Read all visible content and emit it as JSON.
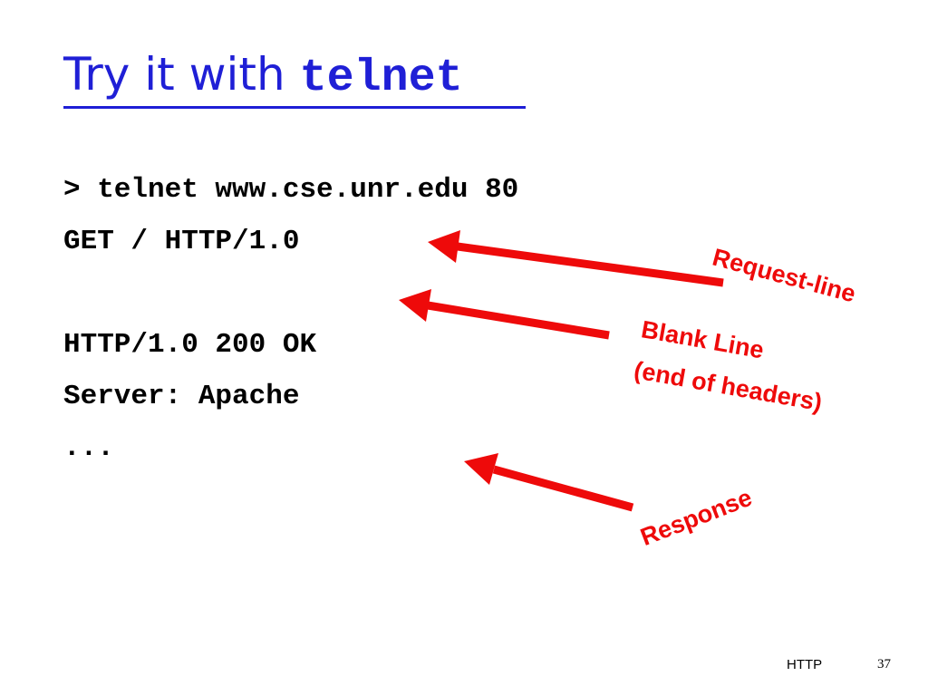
{
  "slide": {
    "title_plain": "Try it with ",
    "title_code": "telnet",
    "code_lines": [
      "> telnet www.cse.unr.edu 80",
      "GET / HTTP/1.0",
      "HTTP/1.0 200 OK",
      "Server: Apache",
      "..."
    ],
    "annotations": {
      "request_line": "Request-line",
      "blank_line_1": "Blank Line",
      "blank_line_2": "(end of headers)",
      "response": "Response"
    },
    "footer_label": "HTTP",
    "page_number": "37"
  },
  "colors": {
    "title": "#1f1fd6",
    "annotation": "#ee0a0a",
    "text": "#000000"
  }
}
